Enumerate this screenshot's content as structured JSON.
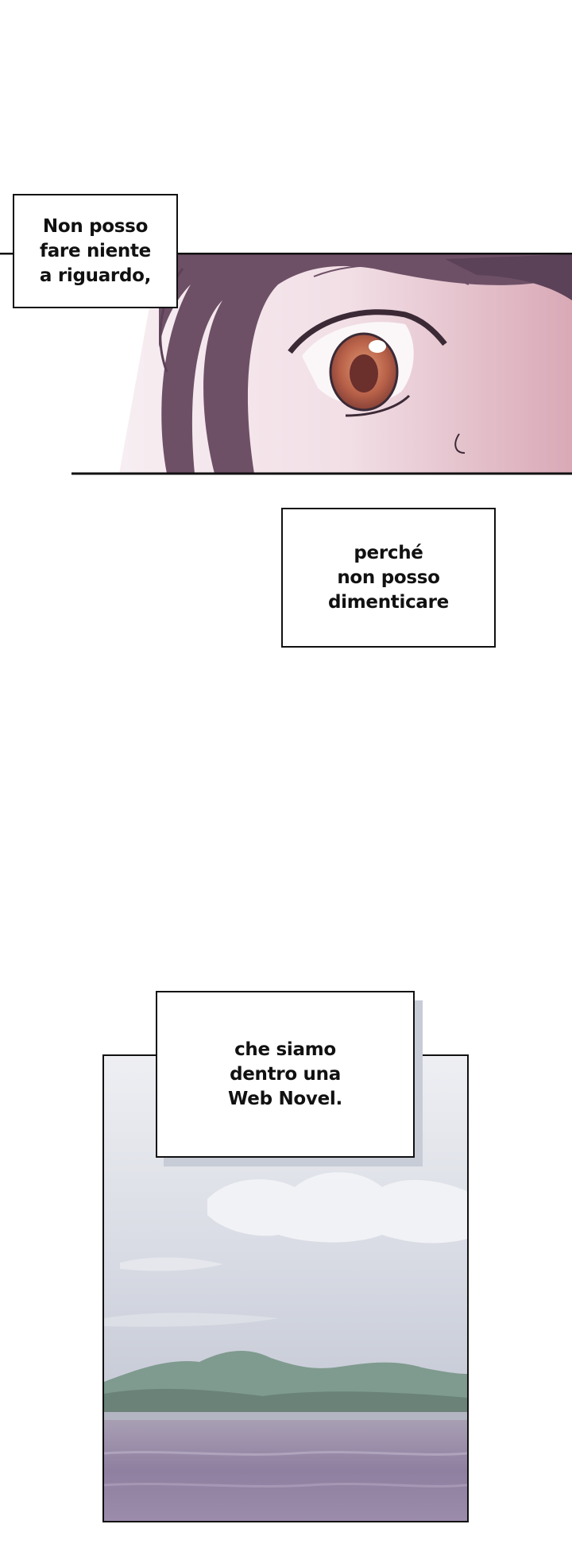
{
  "captions": {
    "first": "Non posso\nfare niente\na riguardo,",
    "second": "perché\nnon posso\ndimenticare",
    "third": "che siamo\ndentro una\nWeb Novel."
  },
  "colors": {
    "background": "#ffffff",
    "border": "#111111",
    "eye_iris": "#b86a4e",
    "hair": "#6e5066",
    "skin": "#f1dde4",
    "sky": "#dfe2ea",
    "water": "#8d7f9c"
  }
}
